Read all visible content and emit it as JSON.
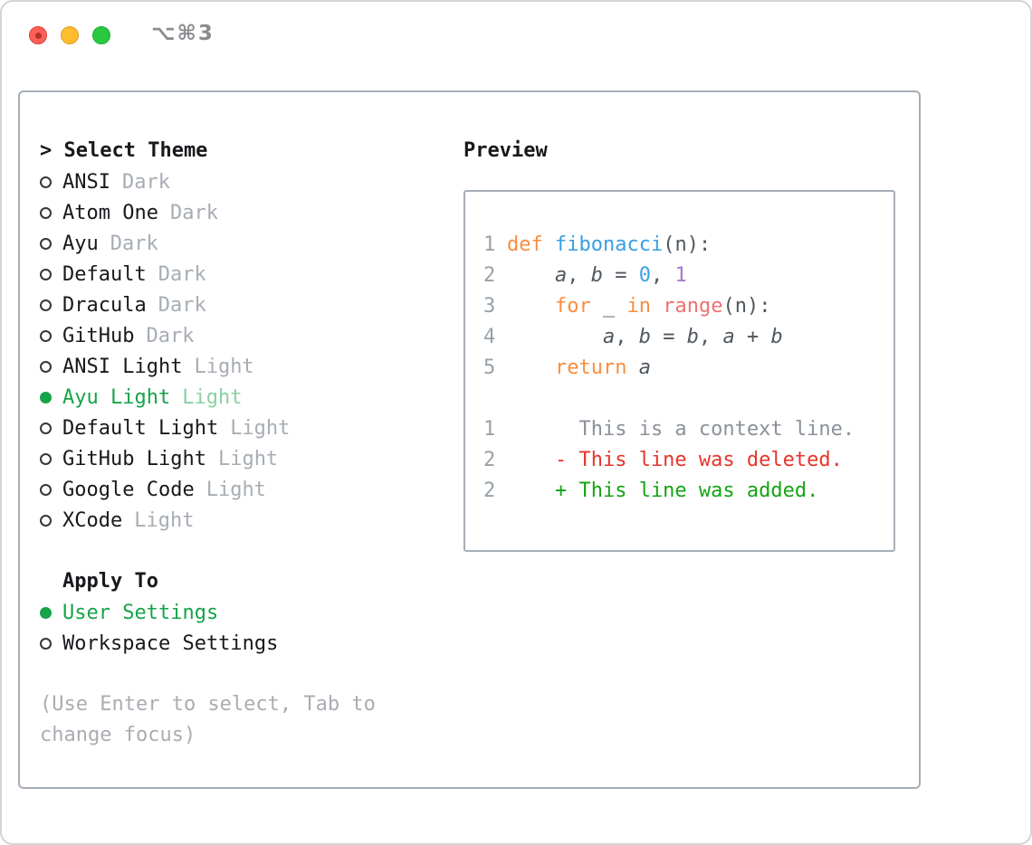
{
  "window": {
    "shortcut_title": "⌥⌘3"
  },
  "theme_selector": {
    "title": "> Select Theme",
    "items": [
      {
        "name": "ANSI",
        "variant": "Dark",
        "selected": false
      },
      {
        "name": "Atom One",
        "variant": "Dark",
        "selected": false
      },
      {
        "name": "Ayu",
        "variant": "Dark",
        "selected": false
      },
      {
        "name": "Default",
        "variant": "Dark",
        "selected": false
      },
      {
        "name": "Dracula",
        "variant": "Dark",
        "selected": false
      },
      {
        "name": "GitHub",
        "variant": "Dark",
        "selected": false
      },
      {
        "name": "ANSI Light",
        "variant": "Light",
        "selected": false
      },
      {
        "name": "Ayu Light",
        "variant": "Light",
        "selected": true
      },
      {
        "name": "Default Light",
        "variant": "Light",
        "selected": false
      },
      {
        "name": "GitHub Light",
        "variant": "Light",
        "selected": false
      },
      {
        "name": "Google Code",
        "variant": "Light",
        "selected": false
      },
      {
        "name": "XCode",
        "variant": "Light",
        "selected": false
      }
    ],
    "apply_to": {
      "title": "Apply To",
      "options": [
        {
          "label": "User Settings",
          "selected": true
        },
        {
          "label": "Workspace Settings",
          "selected": false
        }
      ]
    },
    "hint_line1": "(Use Enter to select, Tab to",
    "hint_line2": "change focus)"
  },
  "preview": {
    "title": "Preview",
    "lines": [
      {
        "num": "1",
        "tokens": [
          {
            "t": "def ",
            "c": "keyword"
          },
          {
            "t": "fibonacci",
            "c": "function"
          },
          {
            "t": "(n):",
            "c": "plain"
          }
        ]
      },
      {
        "num": "2",
        "tokens": [
          {
            "t": "    ",
            "c": "plain"
          },
          {
            "t": "a",
            "c": "plain",
            "i": true
          },
          {
            "t": ", ",
            "c": "plain"
          },
          {
            "t": "b",
            "c": "plain",
            "i": true
          },
          {
            "t": " = ",
            "c": "plain"
          },
          {
            "t": "0",
            "c": "number_blue"
          },
          {
            "t": ", ",
            "c": "plain"
          },
          {
            "t": "1",
            "c": "number_purple"
          }
        ]
      },
      {
        "num": "3",
        "tokens": [
          {
            "t": "    ",
            "c": "plain"
          },
          {
            "t": "for",
            "c": "keyword"
          },
          {
            "t": " _ ",
            "c": "plain"
          },
          {
            "t": "in",
            "c": "keyword"
          },
          {
            "t": " ",
            "c": "plain"
          },
          {
            "t": "range",
            "c": "builtin"
          },
          {
            "t": "(n):",
            "c": "plain"
          }
        ]
      },
      {
        "num": "4",
        "tokens": [
          {
            "t": "        ",
            "c": "plain"
          },
          {
            "t": "a",
            "c": "plain",
            "i": true
          },
          {
            "t": ", ",
            "c": "plain"
          },
          {
            "t": "b",
            "c": "plain",
            "i": true
          },
          {
            "t": " = ",
            "c": "plain"
          },
          {
            "t": "b",
            "c": "plain",
            "i": true
          },
          {
            "t": ", ",
            "c": "plain"
          },
          {
            "t": "a",
            "c": "plain",
            "i": true
          },
          {
            "t": " + ",
            "c": "plain"
          },
          {
            "t": "b",
            "c": "plain",
            "i": true
          }
        ]
      },
      {
        "num": "5",
        "tokens": [
          {
            "t": "    ",
            "c": "plain"
          },
          {
            "t": "return",
            "c": "keyword"
          },
          {
            "t": " ",
            "c": "plain"
          },
          {
            "t": "a",
            "c": "plain",
            "i": true
          }
        ]
      },
      {
        "num": "",
        "tokens": []
      },
      {
        "num": "1",
        "tokens": [
          {
            "t": "      This is a context line.",
            "c": "muted"
          }
        ]
      },
      {
        "num": "2",
        "tokens": [
          {
            "t": "    - This line was deleted.",
            "c": "deleted"
          }
        ]
      },
      {
        "num": "2",
        "tokens": [
          {
            "t": "    + This line was added.",
            "c": "added"
          }
        ]
      }
    ]
  },
  "colors": {
    "keyword": "#fa8d3e",
    "function": "#399ee6",
    "number_blue": "#399ee6",
    "number_purple": "#a37acc",
    "builtin": "#f07171",
    "plain": "#50575e",
    "muted": "#8a9199",
    "line_number": "#98a1a8",
    "deleted": "#e5352b",
    "added": "#14a414",
    "selected": "#16a34a",
    "selected_muted": "#8ad0a6",
    "text": "#17191c",
    "variant_muted": "#a7adb3",
    "hint": "#a9adb2",
    "traffic_red": "#ff5f57",
    "traffic_yellow": "#febc2e",
    "traffic_green": "#28c840"
  }
}
